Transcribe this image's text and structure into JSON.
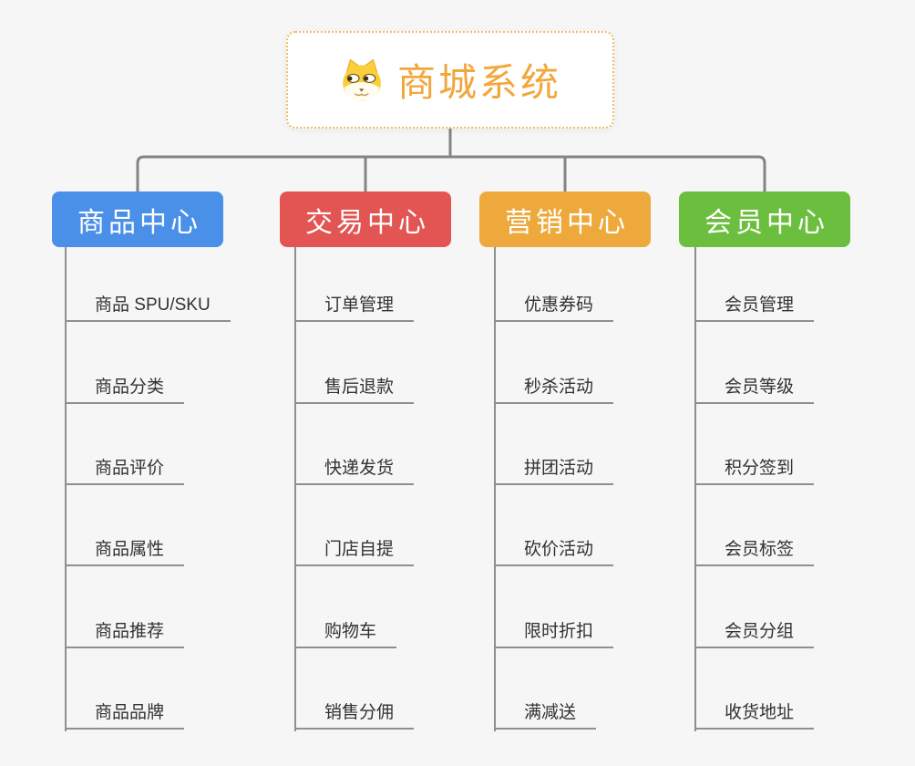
{
  "root": {
    "title": "商城系统",
    "icon": "dog-face-icon"
  },
  "branches": [
    {
      "label": "商品中心",
      "color": "#4a8fe8",
      "children": [
        "商品 SPU/SKU",
        "商品分类",
        "商品评价",
        "商品属性",
        "商品推荐",
        "商品品牌"
      ]
    },
    {
      "label": "交易中心",
      "color": "#e25552",
      "children": [
        "订单管理",
        "售后退款",
        "快递发货",
        "门店自提",
        "购物车",
        "销售分佣"
      ]
    },
    {
      "label": "营销中心",
      "color": "#eda93c",
      "children": [
        "优惠券码",
        "秒杀活动",
        "拼团活动",
        "砍价活动",
        "限时折扣",
        "满减送"
      ]
    },
    {
      "label": "会员中心",
      "color": "#6cbf3e",
      "children": [
        "会员管理",
        "会员等级",
        "积分签到",
        "会员标签",
        "会员分组",
        "收货地址"
      ]
    }
  ],
  "colors": {
    "background": "#f6f6f6",
    "connector": "#848484",
    "underline": "#8f8f8f",
    "root_border": "#f2bc63",
    "root_text": "#f1a73c",
    "branch_text": "#ffffff",
    "leaf_text": "#323232"
  }
}
